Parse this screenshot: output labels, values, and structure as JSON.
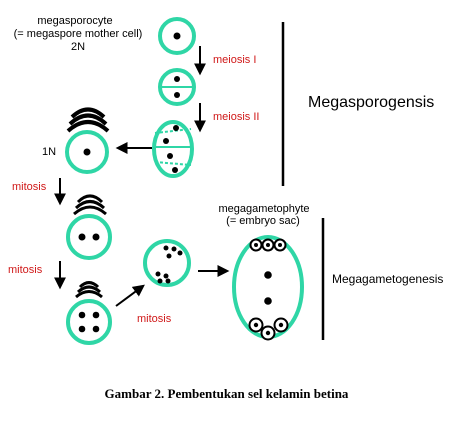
{
  "labels": {
    "megasporocyte_line1": "megasporocyte",
    "megasporocyte_line2": "(= megaspore mother cell)",
    "ploidy_2n": "2N",
    "meiosis_1": "meiosis I",
    "meiosis_2": "meiosis II",
    "ploidy_1n": "1N",
    "mitosis_1": "mitosis",
    "mitosis_2": "mitosis",
    "mitosis_3": "mitosis",
    "megagametophyte_line1": "megagametophyte",
    "megagametophyte_line2": "(= embryo sac)",
    "megasporogenesis": "Megasporogensis",
    "megagametogenesis": "Megagametogenesis"
  },
  "caption": "Gambar 2. Pembentukan sel kelamin betina",
  "colors": {
    "cell_outline": "#2fd6a6",
    "process_text": "#d01818",
    "ink": "#000000"
  }
}
